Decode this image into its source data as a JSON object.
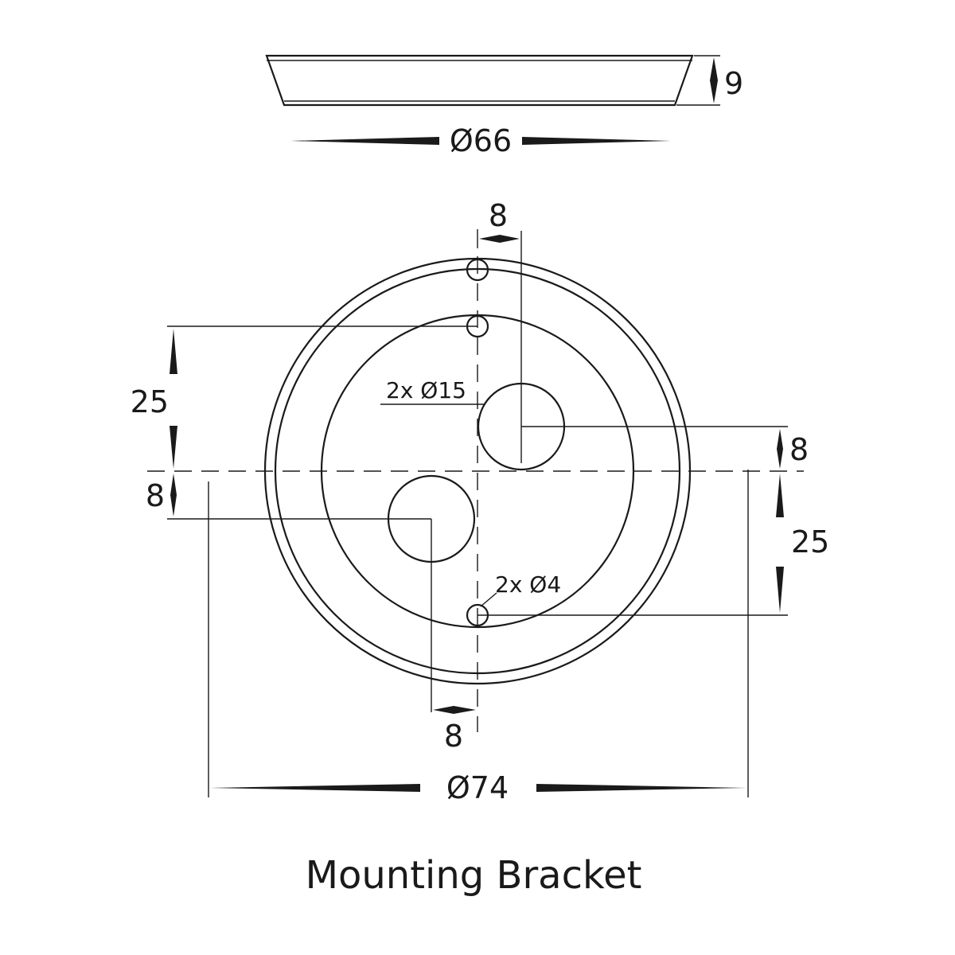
{
  "side_view": {
    "height_label": "9",
    "diameter_label": "Ø66"
  },
  "plan_view": {
    "top_offset_label": "8",
    "left_vertical_label": "25",
    "left_offset_label": "8",
    "right_offset_label": "8",
    "right_vertical_label": "25",
    "bottom_offset_label": "8",
    "large_hole_label": "2x Ø15",
    "small_hole_label": "2x Ø4",
    "diameter_label": "Ø74"
  },
  "caption": "Mounting Bracket"
}
